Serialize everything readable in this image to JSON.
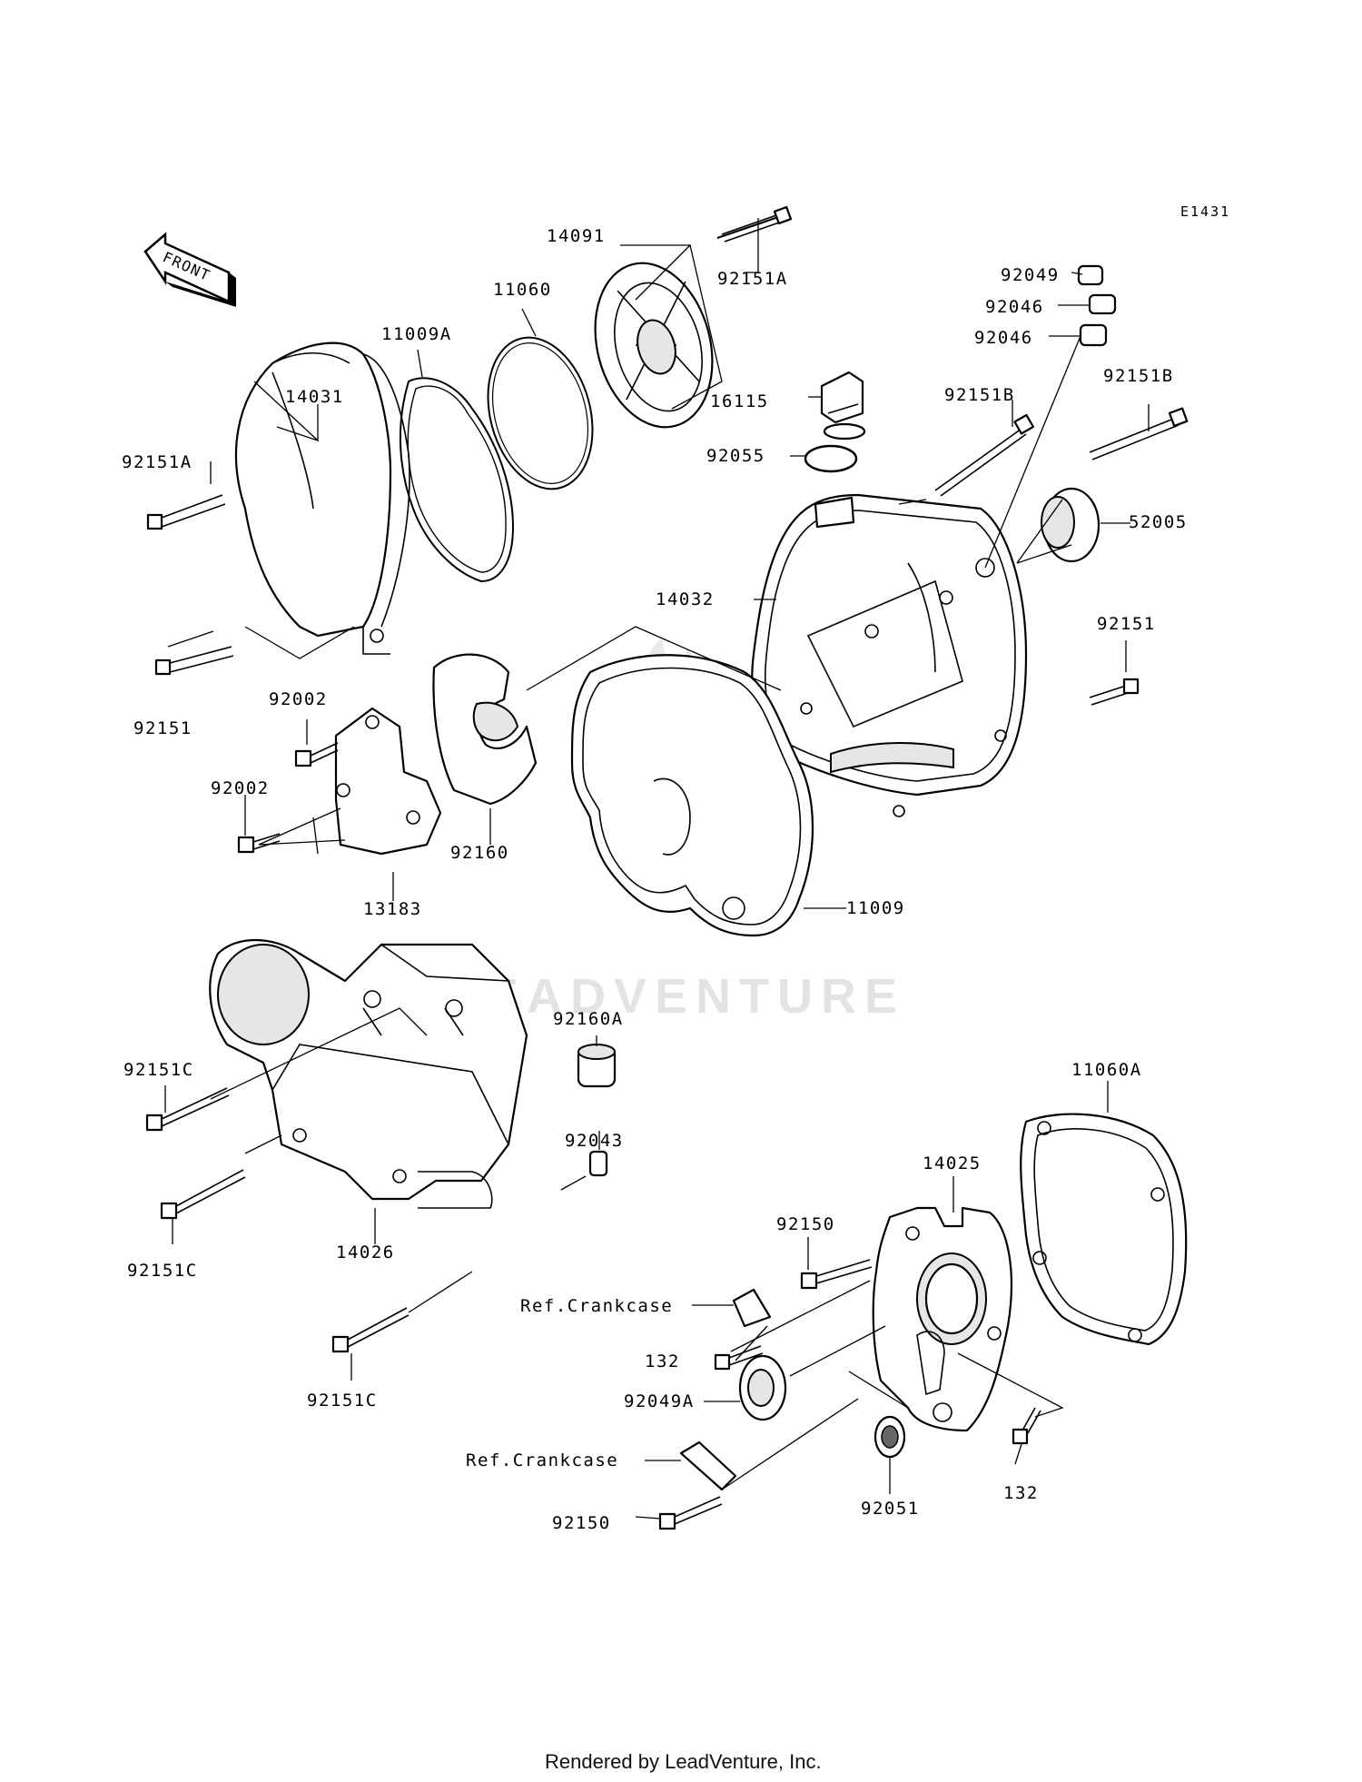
{
  "diagram_code": "E1431",
  "front_label": "FRONT",
  "watermark": "LEADVENTURE",
  "footer": "Rendered by LeadVenture, Inc.",
  "callouts": {
    "p14091": "14091",
    "p92151A_top": "92151A",
    "p11060": "11060",
    "p11009A": "11009A",
    "p14031": "14031",
    "p92151A_left": "92151A",
    "p92151_left": "92151",
    "p92049": "92049",
    "p92046_a": "92046",
    "p92046_b": "92046",
    "p16115": "16115",
    "p92151B_a": "92151B",
    "p92151B_b": "92151B",
    "p92055": "92055",
    "p52005": "52005",
    "p14032": "14032",
    "p92151_right": "92151",
    "p92002_a": "92002",
    "p92002_b": "92002",
    "p13183": "13183",
    "p92160": "92160",
    "p11009": "11009",
    "p92160A": "92160A",
    "p92151C_a": "92151C",
    "p92151C_b": "92151C",
    "p92151C_c": "92151C",
    "p14026": "14026",
    "p92043": "92043",
    "p11060A": "11060A",
    "p14025": "14025",
    "p92150_a": "92150",
    "p92150_b": "92150",
    "ref_crankcase_a": "Ref.Crankcase",
    "ref_crankcase_b": "Ref.Crankcase",
    "p132_a": "132",
    "p132_b": "132",
    "p92049A": "92049A",
    "p92051": "92051"
  }
}
